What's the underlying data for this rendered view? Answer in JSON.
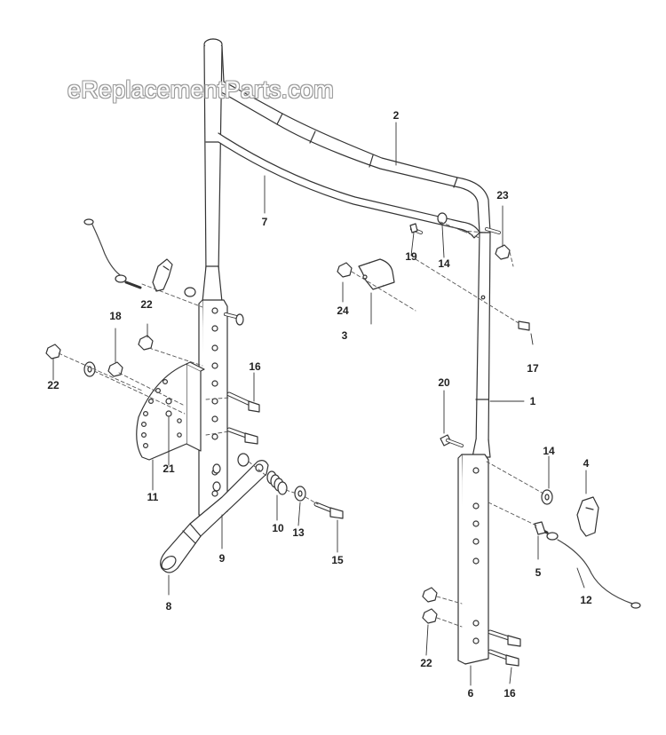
{
  "watermark": "eReplacementParts.com",
  "callouts": [
    {
      "id": "c1",
      "text": "1"
    },
    {
      "id": "c2",
      "text": "2"
    },
    {
      "id": "c3",
      "text": "3"
    },
    {
      "id": "c4",
      "text": "4"
    },
    {
      "id": "c5",
      "text": "5"
    },
    {
      "id": "c6",
      "text": "6"
    },
    {
      "id": "c7",
      "text": "7"
    },
    {
      "id": "c8",
      "text": "8"
    },
    {
      "id": "c9",
      "text": "9"
    },
    {
      "id": "c10",
      "text": "10"
    },
    {
      "id": "c11",
      "text": "11"
    },
    {
      "id": "c12",
      "text": "12"
    },
    {
      "id": "c13",
      "text": "13"
    },
    {
      "id": "c14a",
      "text": "14"
    },
    {
      "id": "c14b",
      "text": "14"
    },
    {
      "id": "c15",
      "text": "15"
    },
    {
      "id": "c16a",
      "text": "16"
    },
    {
      "id": "c16b",
      "text": "16"
    },
    {
      "id": "c17",
      "text": "17"
    },
    {
      "id": "c18",
      "text": "18"
    },
    {
      "id": "c19",
      "text": "19"
    },
    {
      "id": "c20",
      "text": "20"
    },
    {
      "id": "c21",
      "text": "21"
    },
    {
      "id": "c22a",
      "text": "22"
    },
    {
      "id": "c22b",
      "text": "22"
    },
    {
      "id": "c22c",
      "text": "22"
    },
    {
      "id": "c23",
      "text": "23"
    },
    {
      "id": "c24",
      "text": "24"
    }
  ],
  "colors": {
    "line": "#333333",
    "fill": "#ffffff",
    "shade": "#d9d9d9"
  }
}
